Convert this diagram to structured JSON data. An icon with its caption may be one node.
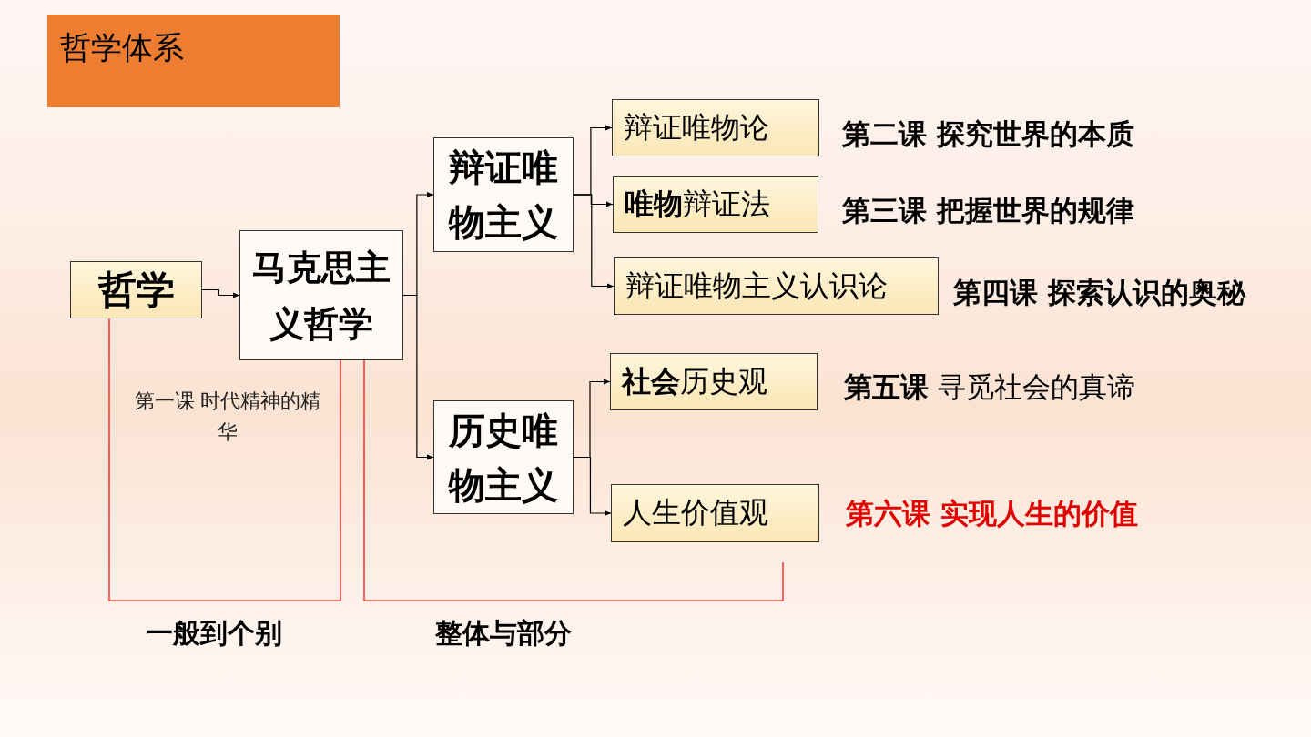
{
  "diagram": {
    "nodes": [
      {
        "text": [
          "哲学体系"
        ]
      },
      {
        "text": [
          "哲学"
        ]
      },
      {
        "text": [
          "马克思主义哲学"
        ]
      },
      {
        "text": [
          "辩证唯物主义"
        ]
      },
      {
        "text": [
          "历史唯物主义"
        ]
      },
      {
        "text": [
          "辩证唯物论"
        ],
        "beside": [
          "第二课 探究世界的本质"
        ]
      },
      {
        "text": [
          "**唯物**辩证法"
        ],
        "beside": [
          "第三课 把握世界的规律"
        ]
      },
      {
        "text": [
          "辩证唯物主义认识论"
        ],
        "beside": [
          "第四课 探索认识的奥秘"
        ]
      },
      {
        "text": [
          "**社会**历史观"
        ],
        "beside": [
          "**第五课** 寻觅社会的真谛"
        ]
      },
      {
        "text": [
          "人生价值观"
        ],
        "beside": [
          "第六课 实现人生的价值"
        ]
      }
    ],
    "edges": [
      {
        "from": 1,
        "to": 2,
        "arrow": "to"
      },
      {
        "from": 2,
        "to": 3,
        "arrow": "to"
      },
      {
        "from": 2,
        "to": 4,
        "arrow": "to"
      },
      {
        "from": 3,
        "to": 5,
        "arrow": "to"
      },
      {
        "from": 3,
        "to": 6,
        "arrow": "to"
      },
      {
        "from": 3,
        "to": 7,
        "arrow": "to"
      },
      {
        "from": 4,
        "to": 8,
        "arrow": "to"
      },
      {
        "from": 4,
        "to": 9,
        "arrow": "to"
      },
      {
        "from": 1,
        "to": 2,
        "arrow": "none",
        "color": "#ff0000"
      },
      {
        "from": 2,
        "to": null,
        "arrow": "none",
        "color": "#ff0000"
      }
    ],
    "labels": [
      "第一课 时代精神的精华",
      "一般到个别",
      "整体与部分"
    ]
  }
}
